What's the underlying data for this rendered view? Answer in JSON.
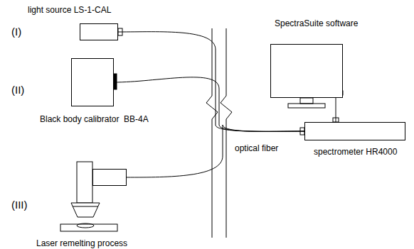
{
  "diagram": {
    "nodes": [
      {
        "text": [
          "light source LS-1-CAL"
        ]
      },
      {
        "text": [
          "Black body calibrator  BB-4A"
        ]
      },
      {
        "text": [
          "Laser remelting process"
        ]
      },
      {
        "text": [
          "SpectraSuite software"
        ]
      },
      {
        "text": [
          "spectrometer HR4000"
        ]
      }
    ],
    "edges": [
      {
        "from": 0,
        "to": 4,
        "arrow": "none"
      },
      {
        "from": 1,
        "to": 4,
        "arrow": "none"
      },
      {
        "from": 2,
        "to": 4,
        "arrow": "none"
      },
      {
        "from": 3,
        "to": 4,
        "arrow": "none"
      }
    ],
    "labels": [
      "(I)",
      "(II)",
      "(III)",
      "optical fiber"
    ]
  }
}
